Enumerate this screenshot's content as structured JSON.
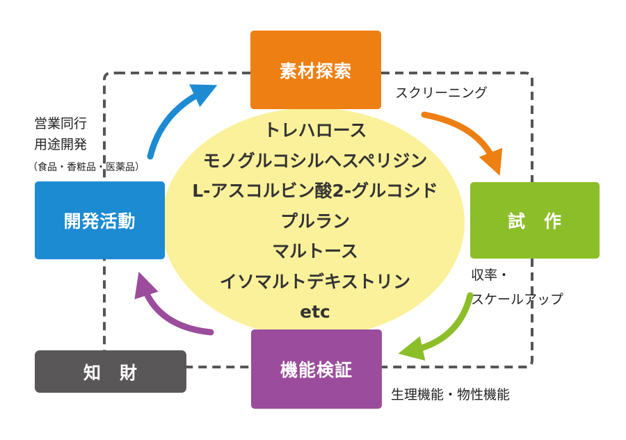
{
  "boxes": {
    "explore": "素材探索",
    "prototype": "試　作",
    "verify": "機能検証",
    "development": "開発活動",
    "ip": "知　財"
  },
  "products": [
    "トレハロース",
    "モノグルコシルヘスペリジン",
    "L-アスコルビン酸2-グルコシド",
    "プルラン",
    "マルトース",
    "イソマルトデキストリン",
    "etc"
  ],
  "labels": {
    "screening": "スクリーニング",
    "yield_line1": "収率・",
    "yield_line2": "スケールアップ",
    "physio": "生理機能・物性機能",
    "sales_line1": "営業同行",
    "sales_line2": "用途開発",
    "sales_line3": "（食品・香粧品・医薬品）"
  },
  "colors": {
    "explore": "#ee7f12",
    "prototype": "#8cbe2a",
    "verify": "#9c4c9c",
    "development": "#1c8bd2",
    "ip": "#595757",
    "ellipse": "#fbf19a",
    "dashed_line": "#555555"
  }
}
